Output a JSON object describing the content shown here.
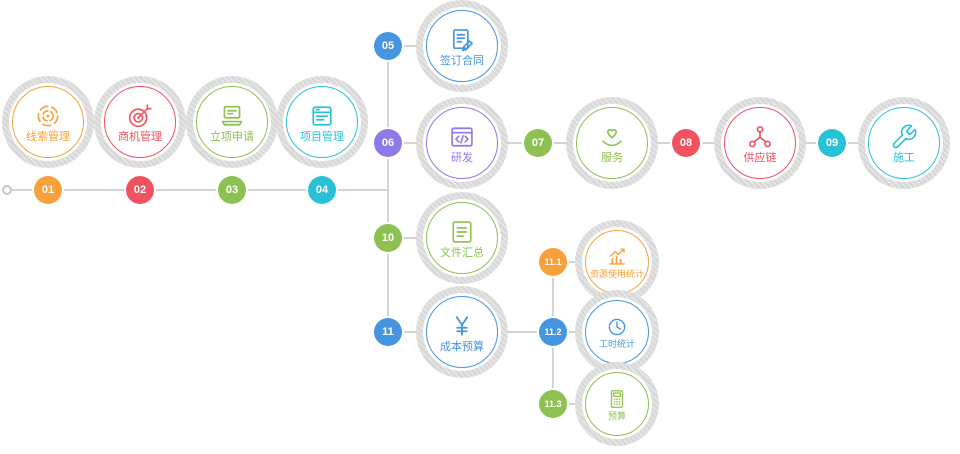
{
  "diagram": {
    "name": "project-process-flow",
    "line_color": "#d4d4d4",
    "ring_color": "#dddddd",
    "stages": [
      {
        "id": "01",
        "label": "线索管理",
        "color": "#F7A13C",
        "icon": "radar-icon"
      },
      {
        "id": "02",
        "label": "商机管理",
        "color": "#F0525F",
        "icon": "dartboard-icon"
      },
      {
        "id": "03",
        "label": "立项申请",
        "color": "#8DC152",
        "icon": "laptop-icon"
      },
      {
        "id": "04",
        "label": "项目管理",
        "color": "#29C1D6",
        "icon": "window-icon"
      },
      {
        "id": "05",
        "label": "签订合同",
        "color": "#4695E0",
        "icon": "contract-icon"
      },
      {
        "id": "06",
        "label": "研发",
        "color": "#8B7BE9",
        "icon": "code-icon"
      },
      {
        "id": "07",
        "label": "服务",
        "color": "#8DC152",
        "icon": "hand-heart-icon"
      },
      {
        "id": "08",
        "label": "供应链",
        "color": "#F0525F",
        "icon": "network-icon"
      },
      {
        "id": "09",
        "label": "施工",
        "color": "#29C1D6",
        "icon": "wrench-icon"
      },
      {
        "id": "10",
        "label": "文件汇总",
        "color": "#8DC152",
        "icon": "document-icon"
      },
      {
        "id": "11",
        "label": "成本预算",
        "color": "#4695E0",
        "icon": "yuan-icon"
      },
      {
        "id": "11.1",
        "label": "资源使用统计",
        "color": "#F7A13C",
        "icon": "bar-chart-icon"
      },
      {
        "id": "11.2",
        "label": "工时统计",
        "color": "#4695E0",
        "icon": "clock-icon"
      },
      {
        "id": "11.3",
        "label": "预算",
        "color": "#8DC152",
        "icon": "calculator-icon"
      }
    ]
  }
}
